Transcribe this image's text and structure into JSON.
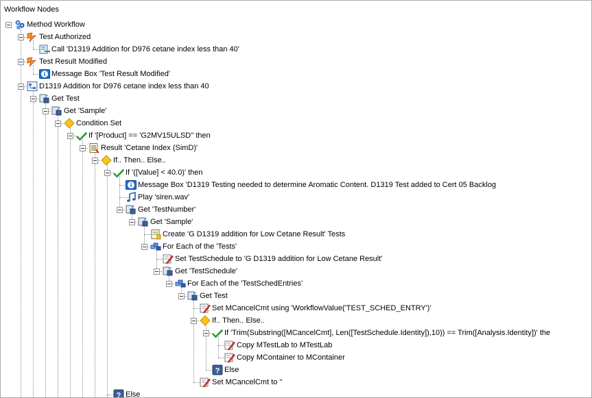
{
  "panel": {
    "title": "Workflow Nodes"
  },
  "nodes": [
    {
      "label": "Method Workflow",
      "icon": "workflow-icon",
      "level": 0,
      "expanded": true
    },
    {
      "label": "Test Authorized",
      "icon": "event-icon",
      "level": 1,
      "expanded": true
    },
    {
      "label": "Call 'D1319 Addition for D976 cetane index less than 40'",
      "icon": "call-icon",
      "level": 2,
      "expanded": false
    },
    {
      "label": "Test Result Modified",
      "icon": "event-icon",
      "level": 1,
      "expanded": true
    },
    {
      "label": "Message Box 'Test Result Modified'",
      "icon": "info-icon",
      "level": 2,
      "expanded": false
    },
    {
      "label": "D1319 Addition for D976 cetane index less than 40",
      "icon": "subroutine-icon",
      "level": 1,
      "expanded": true
    },
    {
      "label": "Get Test",
      "icon": "get-icon",
      "level": 2,
      "expanded": true
    },
    {
      "label": "Get 'Sample'",
      "icon": "get-icon",
      "level": 3,
      "expanded": true
    },
    {
      "label": "Condition Set",
      "icon": "diamond-icon",
      "level": 4,
      "expanded": true
    },
    {
      "label": "If '[Product] == 'G2MV15ULSD'' then",
      "icon": "check-icon",
      "level": 5,
      "expanded": true
    },
    {
      "label": "Result 'Cetane Index (SimD)'",
      "icon": "result-icon",
      "level": 6,
      "expanded": true
    },
    {
      "label": "If.. Then.. Else..",
      "icon": "diamond-icon",
      "level": 7,
      "expanded": true
    },
    {
      "label": "If '([Value]  <  40.0)' then",
      "icon": "check-icon",
      "level": 8,
      "expanded": true
    },
    {
      "label": "Message Box 'D1319 Testing needed to determine Aromatic Content. D1319 Test added to Cert 05 Backlog",
      "icon": "info-icon",
      "level": 9,
      "expanded": false
    },
    {
      "label": "Play 'siren.wav'",
      "icon": "music-icon",
      "level": 9,
      "expanded": false
    },
    {
      "label": "Get 'TestNumber'",
      "icon": "get-icon",
      "level": 9,
      "expanded": true
    },
    {
      "label": "Get 'Sample'",
      "icon": "get-icon",
      "level": 10,
      "expanded": true
    },
    {
      "label": "Create 'G D1319 addition for Low Cetane Result' Tests",
      "icon": "create-icon",
      "level": 11,
      "expanded": false
    },
    {
      "label": "For Each of the 'Tests'",
      "icon": "foreach-icon",
      "level": 11,
      "expanded": true
    },
    {
      "label": "Set TestSchedule to 'G D1319 addition for Low Cetane Result'",
      "icon": "set-icon",
      "level": 12,
      "expanded": false
    },
    {
      "label": "Get 'TestSchedule'",
      "icon": "get-icon",
      "level": 12,
      "expanded": true
    },
    {
      "label": "For Each of the 'TestSchedEntries'",
      "icon": "foreach-icon",
      "level": 13,
      "expanded": true
    },
    {
      "label": "Get Test",
      "icon": "get-icon",
      "level": 14,
      "expanded": true
    },
    {
      "label": "Set MCancelCmt using 'WorkflowValue('TEST_SCHED_ENTRY')'",
      "icon": "set-icon",
      "level": 15,
      "expanded": false
    },
    {
      "label": "If.. Then.. Else..",
      "icon": "diamond-icon",
      "level": 15,
      "expanded": true
    },
    {
      "label": "If 'Trim(Substring([MCancelCmt], Len([TestSchedule.Identity]),10)) == Trim([Analysis.Identity])' the",
      "icon": "check-icon",
      "level": 16,
      "expanded": true
    },
    {
      "label": "Copy MTestLab to MTestLab",
      "icon": "set-icon",
      "level": 17,
      "expanded": false
    },
    {
      "label": "Copy MContainer to MContainer",
      "icon": "set-icon",
      "level": 17,
      "expanded": false
    },
    {
      "label": "Else",
      "icon": "question-icon",
      "level": 16,
      "expanded": false
    },
    {
      "label": "Set MCancelCmt to ''",
      "icon": "set-icon",
      "level": 15,
      "expanded": false
    },
    {
      "label": "Else",
      "icon": "question-icon",
      "level": 8,
      "expanded": false
    }
  ]
}
